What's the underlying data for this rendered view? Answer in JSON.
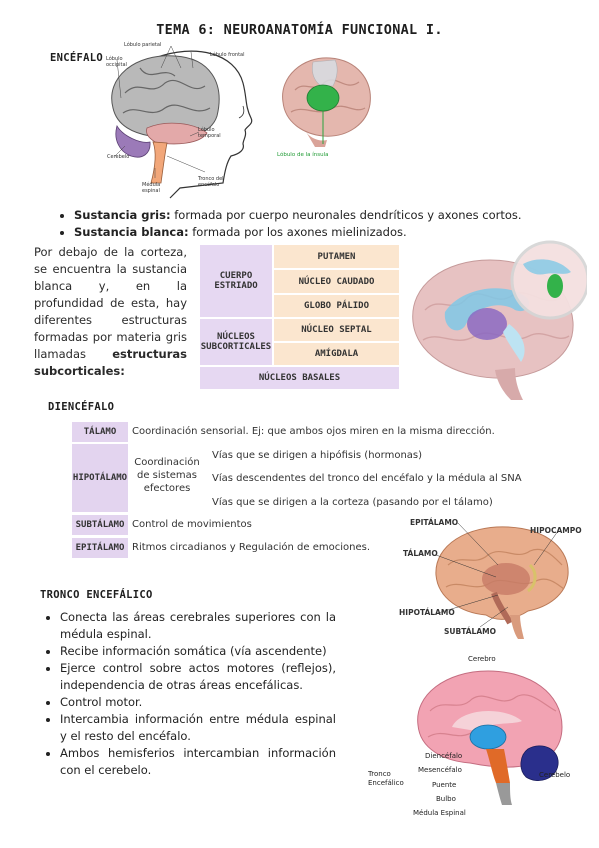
{
  "title": "TEMA 6: NEUROANATOMÍA FUNCIONAL I.",
  "encefalo": {
    "heading": "ENCÉFALO",
    "head_labels": {
      "parietal": "Lóbulo parietal",
      "frontal": "Lóbulo frontal",
      "occipital": "Lóbulo occipital",
      "temporal": "Lóbulo temporal",
      "cerebelo": "Cerebelo",
      "medula": "Médula espinal",
      "tronco": "Tronco del encéfalo"
    },
    "insula_label": "Lóbulo de la ínsula"
  },
  "bullets_top": [
    {
      "bold": "Sustancia gris:",
      "text": " formada por cuerpo neuronales dendríticos y axones cortos."
    },
    {
      "bold": "Sustancia blanca:",
      "text": " formada por los axones mielinizados."
    }
  ],
  "subcortical_para": {
    "lines": [
      "Por debajo de la corteza,",
      "se encuentra la sustancia",
      "blanca y, en la",
      "profundidad de esta, hay",
      "diferentes estructuras",
      "formadas por materia gris"
    ],
    "line7_prefix": "llamadas",
    "line7_bold": "estructuras",
    "line8_bold": "subcorticales:"
  },
  "table1": {
    "cuerpo_estriado": "CUERPO ESTRIADO",
    "nucleos_subcorticales": "NÚCLEOS SUBCORTICALES",
    "putamen": "PUTAMEN",
    "caudado": "NÚCLEO CAUDADO",
    "palido": "GLOBO PÁLIDO",
    "septal": "NÚCLEO SEPTAL",
    "amigdala": "AMÍGDALA",
    "basales": "NÚCLEOS BASALES"
  },
  "diencefalo": {
    "heading": "DIENCÉFALO",
    "talamo": {
      "label": "TÁLAMO",
      "text": "Coordinación sensorial. Ej: que ambos ojos miren en la misma dirección."
    },
    "hipotalamo": {
      "label": "HIPOTÁLAMO",
      "middle": "Coordinación de sistemas efectores",
      "vias": [
        "Vías que se dirigen a hipófisis (hormonas)",
        "Vías descendentes del tronco del encéfalo y la médula al SNA",
        "Vías que se dirigen a la corteza (pasando por el tálamo)"
      ]
    },
    "subtalamo": {
      "label": "SUBTÁLAMO",
      "text": "Control de movimientos"
    },
    "epitalamo": {
      "label": "EPITÁLAMO",
      "text": "Ritmos circadianos y Regulación de emociones."
    }
  },
  "diencefalo_img_labels": {
    "epitalamo": "EPITÁLAMO",
    "hipocampo": "HIPOCAMPO",
    "talamo": "TÁLAMO",
    "hipotalamo": "HIPOTÁLAMO",
    "subtalamo": "SUBTÁLAMO"
  },
  "tronco": {
    "heading": "TRONCO ENCEFÁLICO",
    "items": [
      "Conecta las áreas cerebrales superiores con la médula espinal.",
      "Recibe información somática (vía ascendente)",
      "Ejerce control sobre actos motores (reflejos), independencia de otras áreas encefálicas.",
      "Control motor.",
      "Intercambia información entre médula espinal y el resto del encéfalo.",
      "Ambos hemisferios intercambian información con el cerebelo."
    ]
  },
  "brain_labels": {
    "cerebro": "Cerebro",
    "diencefalo": "Diencéfalo",
    "tronco": "Tronco Encefálico",
    "mesencefalo": "Mesencéfalo",
    "puente": "Puente",
    "bulbo": "Bulbo",
    "medula": "Médula Espinal",
    "cerebelo": "Cerebelo"
  }
}
